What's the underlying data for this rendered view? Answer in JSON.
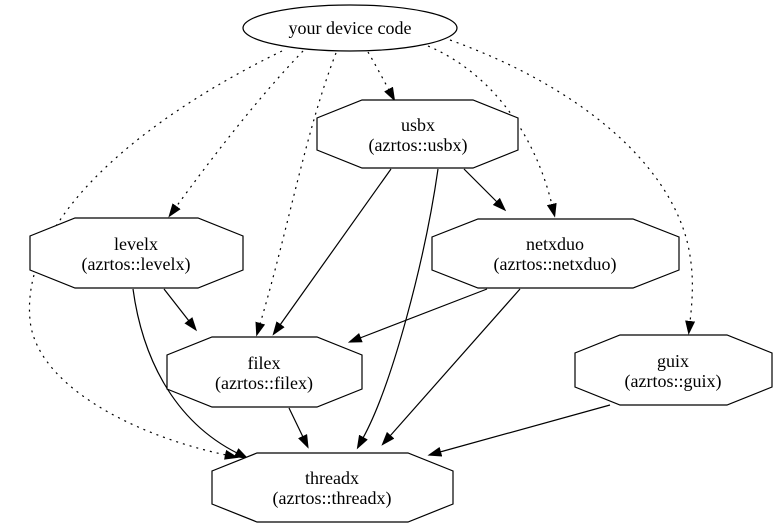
{
  "diagram": {
    "type": "dependency-graph",
    "background_color": "#ffffff",
    "line_color": "#000000",
    "nodes": {
      "device": {
        "id": "device",
        "label": "your device code",
        "shape": "ellipse"
      },
      "usbx": {
        "id": "usbx",
        "label": "usbx",
        "sublabel": "(azrtos::usbx)",
        "shape": "octagon"
      },
      "levelx": {
        "id": "levelx",
        "label": "levelx",
        "sublabel": "(azrtos::levelx)",
        "shape": "octagon"
      },
      "netxduo": {
        "id": "netxduo",
        "label": "netxduo",
        "sublabel": "(azrtos::netxduo)",
        "shape": "octagon"
      },
      "filex": {
        "id": "filex",
        "label": "filex",
        "sublabel": "(azrtos::filex)",
        "shape": "octagon"
      },
      "guix": {
        "id": "guix",
        "label": "guix",
        "sublabel": "(azrtos::guix)",
        "shape": "octagon"
      },
      "threadx": {
        "id": "threadx",
        "label": "threadx",
        "sublabel": "(azrtos::threadx)",
        "shape": "octagon"
      }
    },
    "edges": [
      {
        "from": "device",
        "to": "usbx",
        "style": "dotted"
      },
      {
        "from": "device",
        "to": "levelx",
        "style": "dotted"
      },
      {
        "from": "device",
        "to": "netxduo",
        "style": "dotted"
      },
      {
        "from": "device",
        "to": "filex",
        "style": "dotted"
      },
      {
        "from": "device",
        "to": "guix",
        "style": "dotted"
      },
      {
        "from": "device",
        "to": "threadx",
        "style": "dotted"
      },
      {
        "from": "usbx",
        "to": "netxduo",
        "style": "solid"
      },
      {
        "from": "usbx",
        "to": "filex",
        "style": "solid"
      },
      {
        "from": "usbx",
        "to": "threadx",
        "style": "solid"
      },
      {
        "from": "levelx",
        "to": "filex",
        "style": "solid"
      },
      {
        "from": "levelx",
        "to": "threadx",
        "style": "solid"
      },
      {
        "from": "netxduo",
        "to": "filex",
        "style": "solid"
      },
      {
        "from": "netxduo",
        "to": "threadx",
        "style": "solid"
      },
      {
        "from": "filex",
        "to": "threadx",
        "style": "solid"
      },
      {
        "from": "guix",
        "to": "threadx",
        "style": "solid"
      }
    ]
  }
}
